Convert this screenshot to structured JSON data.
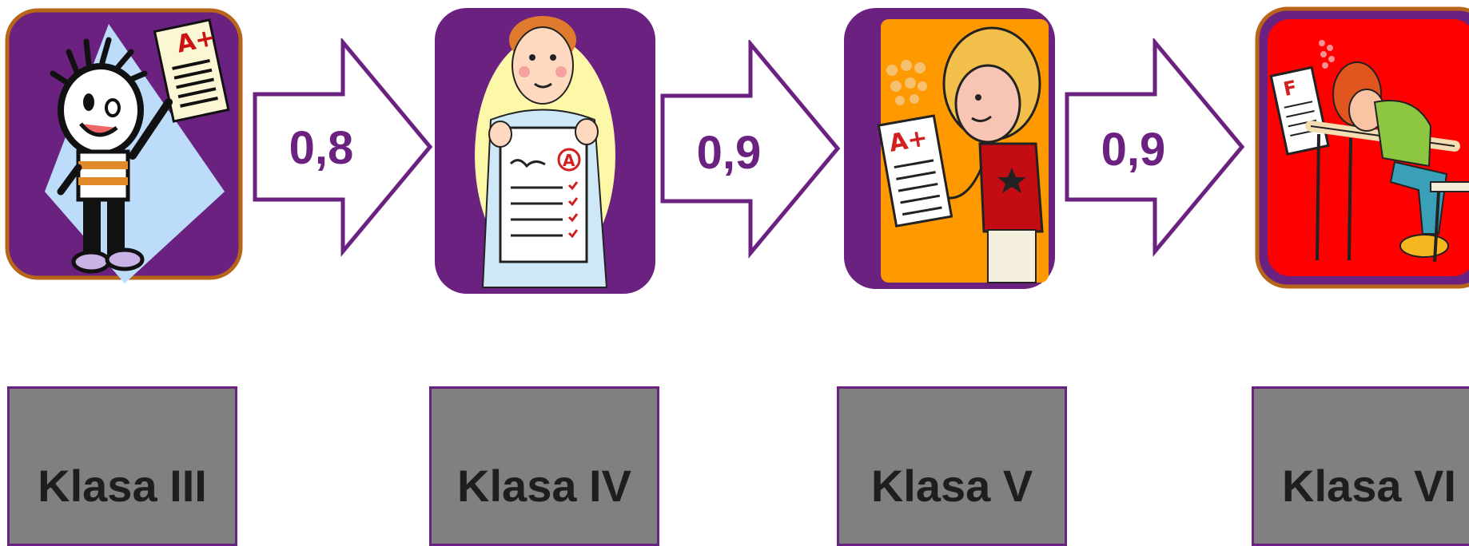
{
  "stages": [
    {
      "label": "Klasa III",
      "picture": "student-holding-a-plus-paper-icon"
    },
    {
      "label": "Klasa IV",
      "picture": "student-showing-test-icon"
    },
    {
      "label": "Klasa V",
      "picture": "girl-holding-a-plus-paper-icon"
    },
    {
      "label": "Klasa VI",
      "picture": "student-sleeping-at-desk-with-f-icon"
    }
  ],
  "transitions": [
    {
      "value": "0,8"
    },
    {
      "value": "0,9"
    },
    {
      "value": "0,9"
    }
  ],
  "colors": {
    "purple": "#6b2180",
    "box_gray": "#808080",
    "label_text": "#1e1e1e",
    "orange": "#ff9900",
    "red": "#ff0000"
  }
}
